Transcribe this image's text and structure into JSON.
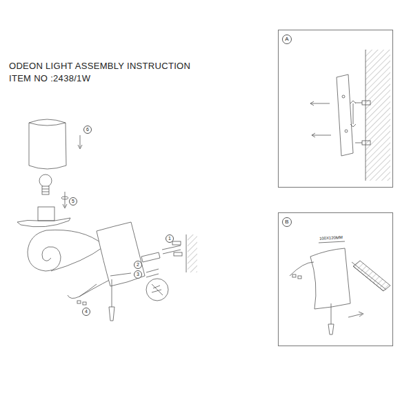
{
  "diagram": {
    "title": "ODEON LIGHT ASSEMBLY INSTRUCTION",
    "nodes": [
      {
        "text": [
          "A"
        ]
      },
      {
        "text": [
          "B"
        ]
      }
    ],
    "labels": [
      "ITEM NO :2438/1W",
      "6",
      "5",
      "4",
      "3",
      "2",
      "1",
      "100X120MM"
    ]
  }
}
